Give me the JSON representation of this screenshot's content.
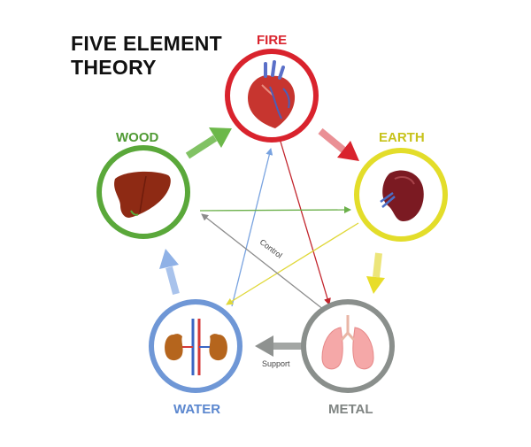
{
  "title": {
    "line1": "FIVE ELEMENT",
    "line2": "THEORY"
  },
  "elements": {
    "fire": {
      "label": "FIRE",
      "organ": "heart",
      "color": "#d9232d"
    },
    "earth": {
      "label": "EARTH",
      "organ": "spleen",
      "color": "#e3dd2a"
    },
    "metal": {
      "label": "METAL",
      "organ": "lungs",
      "color": "#8a8f8c"
    },
    "water": {
      "label": "WATER",
      "organ": "kidneys",
      "color": "#6f97d6"
    },
    "wood": {
      "label": "WOOD",
      "organ": "liver",
      "color": "#5aa83a"
    }
  },
  "cycles": {
    "control_label": "Control",
    "support_label": "Support"
  },
  "icons": [
    "heart-icon",
    "spleen-icon",
    "lungs-icon",
    "kidneys-icon",
    "liver-icon"
  ]
}
